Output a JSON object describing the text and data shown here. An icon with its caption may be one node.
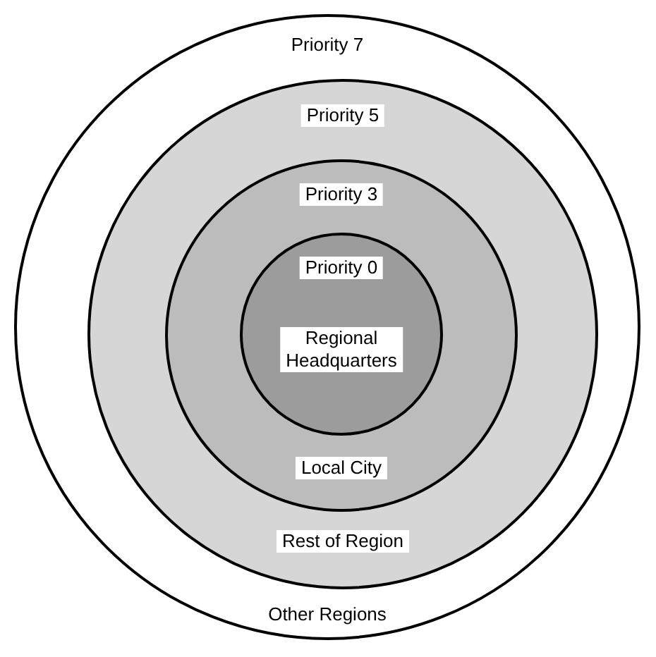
{
  "diagram": {
    "nodes": [
      {
        "text": [
          "Priority 7",
          "Other Regions"
        ]
      },
      {
        "text": [
          "Priority 5",
          "Rest of Region"
        ],
        "in": 0
      },
      {
        "text": [
          "Priority 3",
          "Local City"
        ],
        "in": 1
      },
      {
        "text": [
          "Priority 0",
          "Regional Headquarters"
        ],
        "in": 2
      }
    ]
  }
}
